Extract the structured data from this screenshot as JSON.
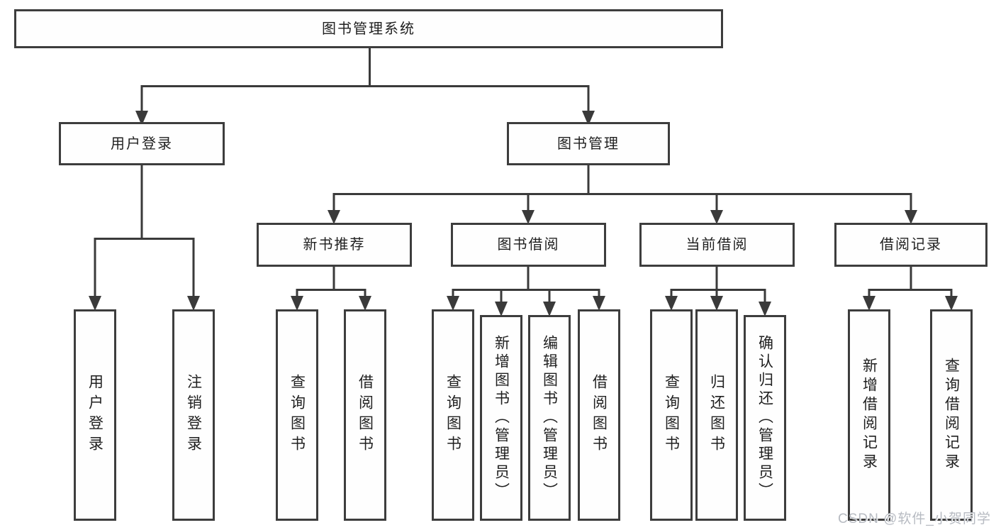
{
  "tree": {
    "label": "图书管理系统",
    "children": [
      {
        "label": "用户登录",
        "children": [
          {
            "label": "用户登录"
          },
          {
            "label": "注销登录"
          }
        ]
      },
      {
        "label": "图书管理",
        "children": [
          {
            "label": "新书推荐",
            "children": [
              {
                "label": "查询图书"
              },
              {
                "label": "借阅图书"
              }
            ]
          },
          {
            "label": "图书借阅",
            "children": [
              {
                "label": "查询图书"
              },
              {
                "label": "新增图书（管理员）"
              },
              {
                "label": "编辑图书（管理员）"
              },
              {
                "label": "借阅图书"
              }
            ]
          },
          {
            "label": "当前借阅",
            "children": [
              {
                "label": "查询图书"
              },
              {
                "label": "归还图书"
              },
              {
                "label": "确认归还（管理员）"
              }
            ]
          },
          {
            "label": "借阅记录",
            "children": [
              {
                "label": "新增借阅记录"
              },
              {
                "label": "查询借阅记录"
              }
            ]
          }
        ]
      }
    ]
  },
  "watermark": "CSDN @软件_小贺同学",
  "colors": {
    "line": "#3a3a3a",
    "border": "#3d3d3d",
    "text": "#1f1f1f",
    "background": "#ffffff",
    "watermark": "#b7bbc2"
  }
}
